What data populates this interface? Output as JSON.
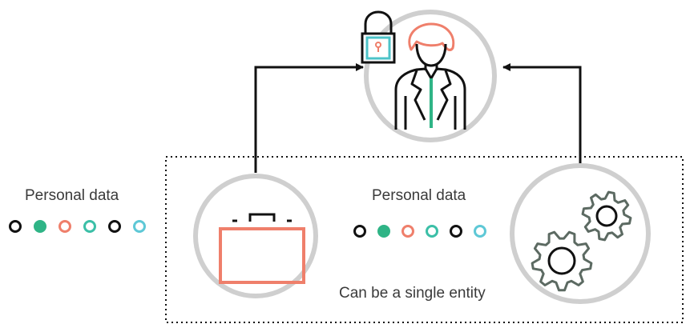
{
  "labels": {
    "left_personal_data": "Personal data",
    "center_personal_data": "Personal data",
    "single_entity": "Can be a single entity"
  },
  "colors": {
    "ring": "#cfcfcf",
    "black": "#111111",
    "green": "#2fb486",
    "salmon": "#ef7f6b",
    "teal": "#3bbfa7",
    "cyan": "#5ec8d6",
    "gear": "#5c6a62",
    "case": "#ef7f6b",
    "lock_body": "#4cc3c8"
  },
  "data_dots": [
    {
      "fill": "none",
      "stroke": "#111111"
    },
    {
      "fill": "#2fb486",
      "stroke": "#2fb486"
    },
    {
      "fill": "none",
      "stroke": "#ef7f6b"
    },
    {
      "fill": "none",
      "stroke": "#3bbfa7"
    },
    {
      "fill": "none",
      "stroke": "#111111"
    },
    {
      "fill": "none",
      "stroke": "#5ec8d6"
    }
  ],
  "icons": {
    "person": "person-icon",
    "lock": "lock-icon",
    "briefcase": "briefcase-icon",
    "gears": "gears-icon"
  }
}
